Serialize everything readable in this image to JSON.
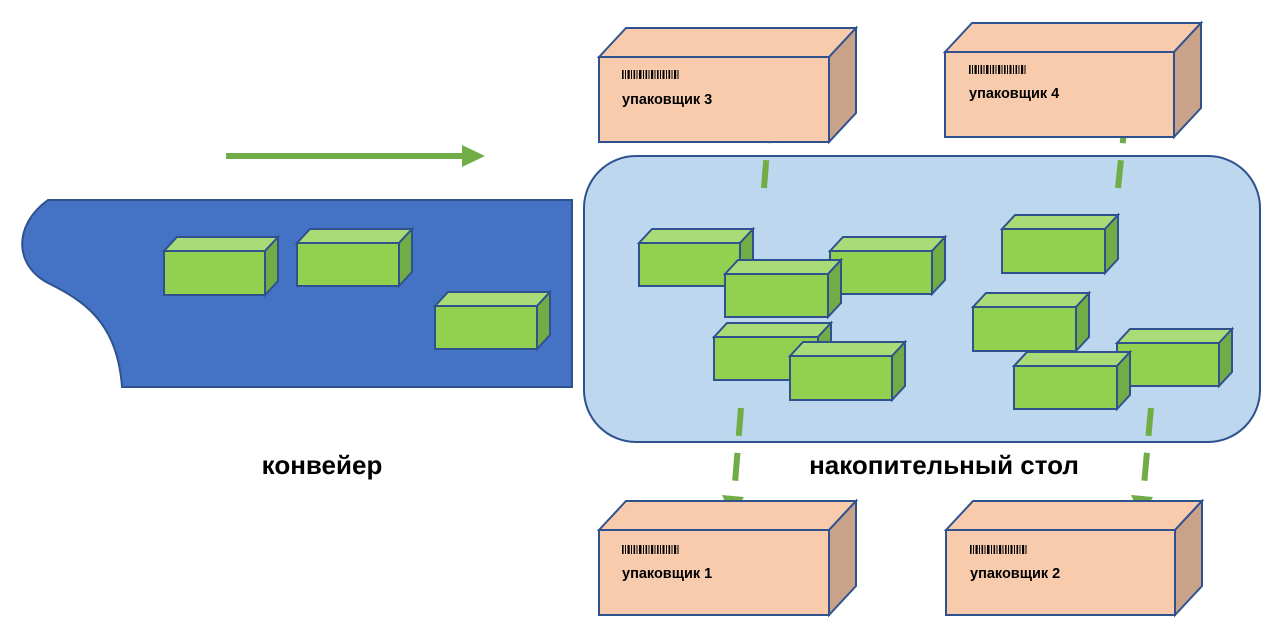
{
  "labels": {
    "conveyor": "конвейер",
    "table": "накопительный стол"
  },
  "packers": [
    {
      "label": "упаковщик 3"
    },
    {
      "label": "упаковщик 4"
    },
    {
      "label": "упаковщик 1"
    },
    {
      "label": "упаковщик 2"
    }
  ],
  "colors": {
    "conveyor": "#4472c4",
    "table": "#bdd7ee",
    "box_front": "#92d050",
    "box_top": "#a9dc76",
    "box_side": "#70ad47",
    "box_stroke": "#2f528f",
    "packer_front": "#f8cbad",
    "packer_side": "#c9a28a",
    "arrow": "#70ad47"
  }
}
